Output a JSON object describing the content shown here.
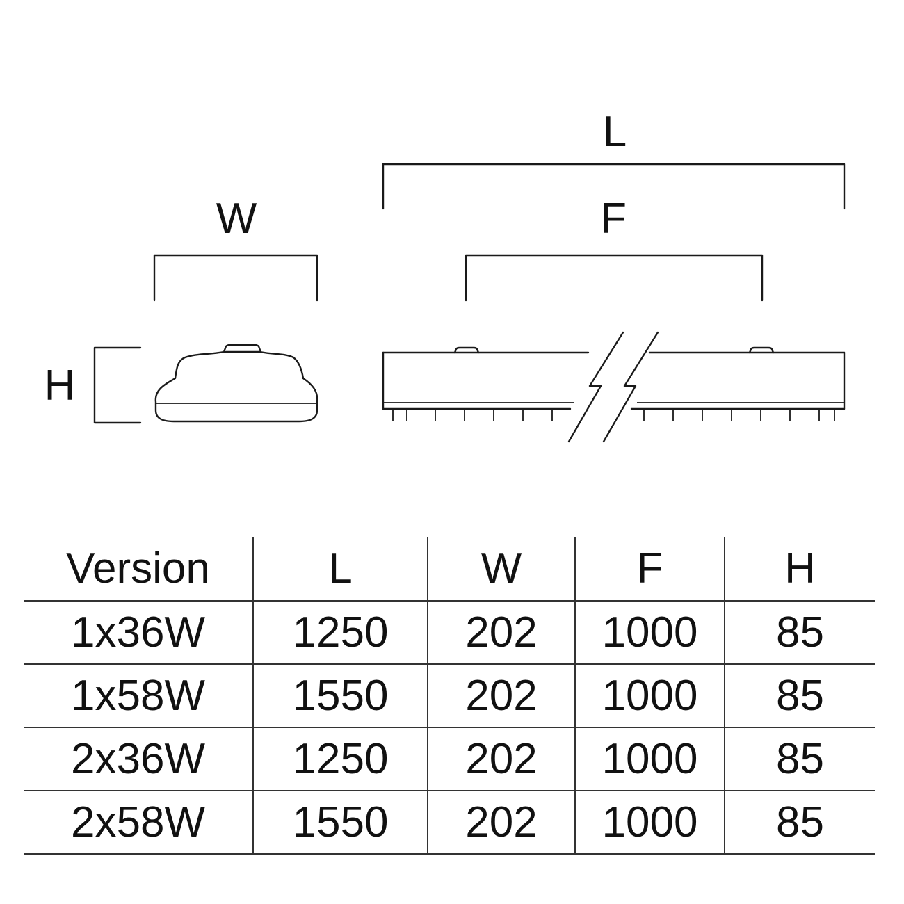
{
  "labels": {
    "length": "L",
    "fixing": "F",
    "width": "W",
    "height": "H"
  },
  "table": {
    "headers": [
      "Version",
      "L",
      "W",
      "F",
      "H"
    ],
    "rows": [
      [
        "1x36W",
        "1250",
        "202",
        "1000",
        "85"
      ],
      [
        "1x58W",
        "1550",
        "202",
        "1000",
        "85"
      ],
      [
        "2x36W",
        "1250",
        "202",
        "1000",
        "85"
      ],
      [
        "2x58W",
        "1550",
        "202",
        "1000",
        "85"
      ]
    ]
  },
  "colors": {
    "line": "#1a1a1a",
    "background": "#ffffff"
  }
}
